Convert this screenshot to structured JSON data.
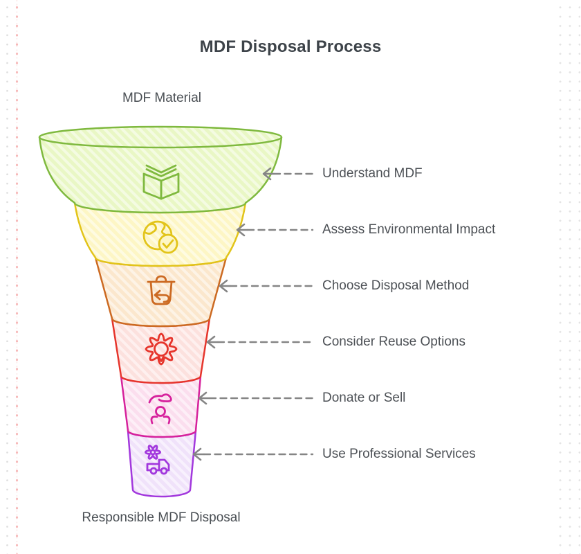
{
  "page": {
    "title": "MDF Disposal Process",
    "top_label": "MDF Material",
    "bottom_label": "Responsible MDF Disposal"
  },
  "funnel": {
    "type": "funnel-diagram",
    "stages": [
      {
        "label": "Understand MDF",
        "icon": "open-book-icon",
        "stroke": "#7fb93f",
        "fill": "#e9f7c5"
      },
      {
        "label": "Assess Environmental Impact",
        "icon": "globe-check-icon",
        "stroke": "#e2c41a",
        "fill": "#fdf6c5"
      },
      {
        "label": "Choose Disposal Method",
        "icon": "trash-restore-icon",
        "stroke": "#cc6a22",
        "fill": "#fbe7cd"
      },
      {
        "label": "Consider Reuse Options",
        "icon": "gear-bulb-icon",
        "stroke": "#e6352c",
        "fill": "#fce1de"
      },
      {
        "label": "Donate or Sell",
        "icon": "hand-care-icon",
        "stroke": "#d6219c",
        "fill": "#fbdeee"
      },
      {
        "label": "Use Professional Services",
        "icon": "gear-truck-icon",
        "stroke": "#a238dd",
        "fill": "#f0e2fa"
      }
    ],
    "arrow_color": "#858585",
    "label_color": "#4d5156",
    "title_color": "#3d4349"
  }
}
